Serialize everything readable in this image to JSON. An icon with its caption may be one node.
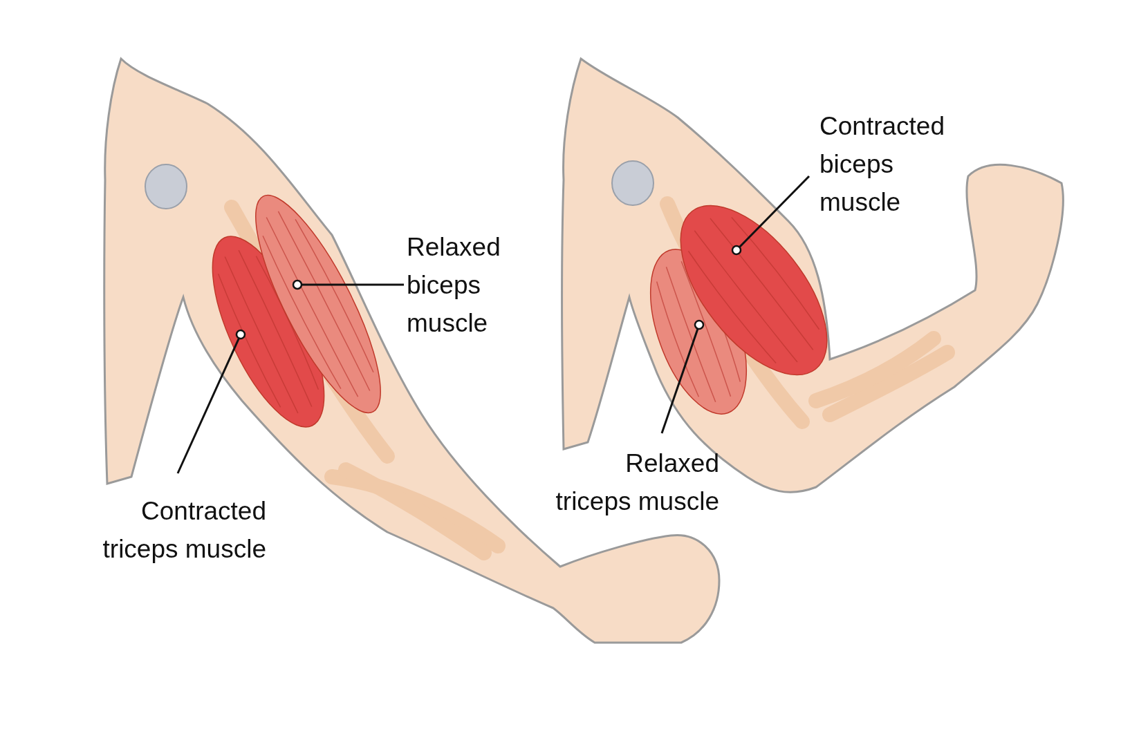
{
  "diagram": {
    "nodes": [
      {
        "text": [
          "Relaxed biceps muscle"
        ]
      },
      {
        "text": [],
        "shape": "picture"
      },
      {
        "text": [
          "Contracted triceps muscle"
        ]
      },
      {
        "text": [],
        "shape": "picture"
      },
      {
        "text": [
          "Contracted biceps muscle"
        ]
      },
      {
        "text": [],
        "shape": "picture"
      },
      {
        "text": [
          "Relaxed triceps muscle"
        ]
      },
      {
        "text": [],
        "shape": "picture"
      }
    ],
    "edges": [
      {
        "from": 0,
        "to": 1,
        "arrow": "other"
      },
      {
        "from": 2,
        "to": 3,
        "arrow": "other"
      },
      {
        "from": 4,
        "to": 5,
        "arrow": "other"
      },
      {
        "from": 6,
        "to": 7,
        "arrow": "other"
      }
    ]
  }
}
